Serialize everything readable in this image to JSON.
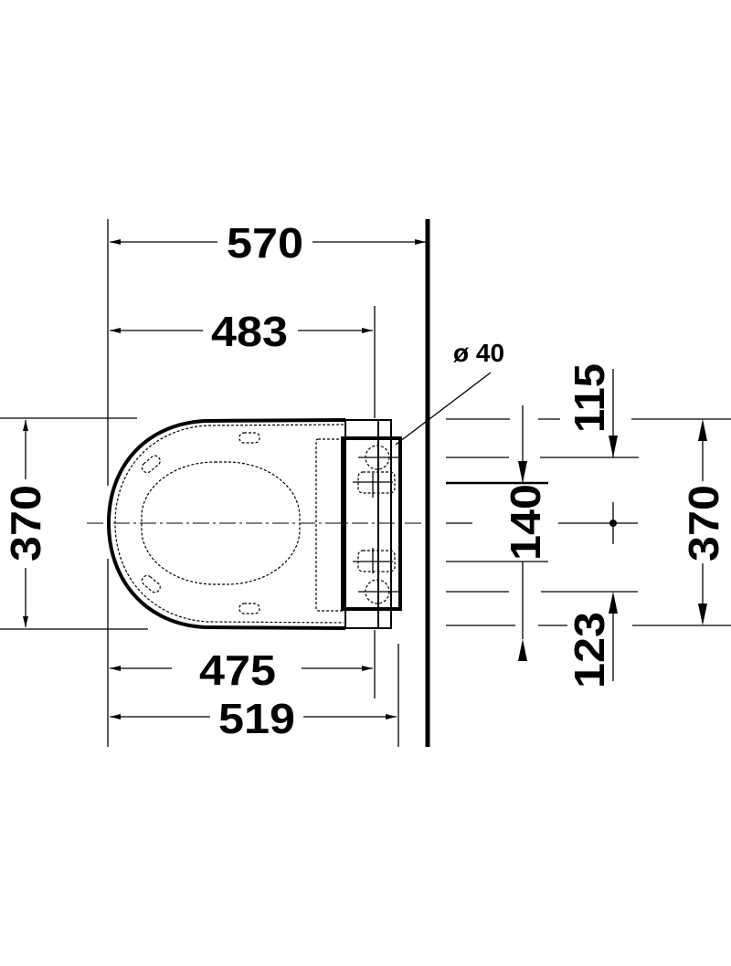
{
  "drawing": {
    "units": "mm",
    "dimensions": {
      "overall_depth": "570",
      "seat_depth": "483",
      "front_to_fixing": "475",
      "front_to_rear": "519",
      "width_left": "370",
      "width_right": "370",
      "top_offset": "115",
      "fixing_spacing": "140",
      "bottom_offset": "123"
    },
    "annotations": {
      "pipe_diameter": "ø 40"
    }
  }
}
